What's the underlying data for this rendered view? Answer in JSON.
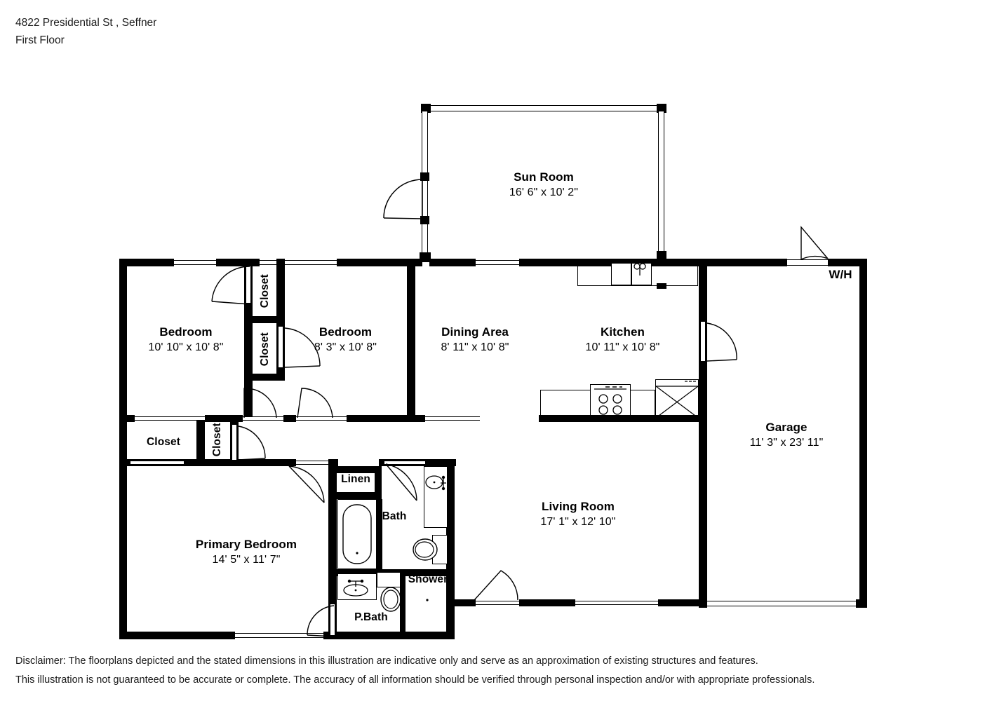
{
  "header": {
    "address": "4822 Presidential St , Seffner",
    "floor": "First Floor"
  },
  "rooms": {
    "sun_room": {
      "name": "Sun Room",
      "dim": "16' 6\" x 10' 2\""
    },
    "bedroom_1": {
      "name": "Bedroom",
      "dim": "10' 10\" x 10' 8\""
    },
    "bedroom_2": {
      "name": "Bedroom",
      "dim": "8' 3\" x 10' 8\""
    },
    "dining_area": {
      "name": "Dining Area",
      "dim": "8' 11\" x 10' 8\""
    },
    "kitchen": {
      "name": "Kitchen",
      "dim": "10' 11\" x 10' 8\""
    },
    "garage": {
      "name": "Garage",
      "dim": "11' 3\" x 23' 11\""
    },
    "living_room": {
      "name": "Living Room",
      "dim": "17' 1\" x 12' 10\""
    },
    "primary_bedroom": {
      "name": "Primary Bedroom",
      "dim": "14' 5\" x 11' 7\""
    }
  },
  "features": {
    "water_heater": "W/H",
    "closet_bed1_upper": "Closet",
    "closet_bed1_lower": "Closet",
    "closet_hall_wide": "Closet",
    "closet_hall_narrow": "Closet",
    "linen": "Linen",
    "bath": "Bath",
    "powder_bath": "P.Bath",
    "shower": "Shower"
  },
  "disclaimer": {
    "line1": "Disclaimer: The floorplans depicted and the stated dimensions in this illustration are indicative only and serve as an approximation of existing structures and features.",
    "line2": "This illustration is not guaranteed to be accurate or complete. The accuracy of all information should be verified through personal inspection and/or with appropriate professionals."
  },
  "colors": {
    "wall": "#000000",
    "paper": "#ffffff",
    "text": "#1a1a1a"
  }
}
